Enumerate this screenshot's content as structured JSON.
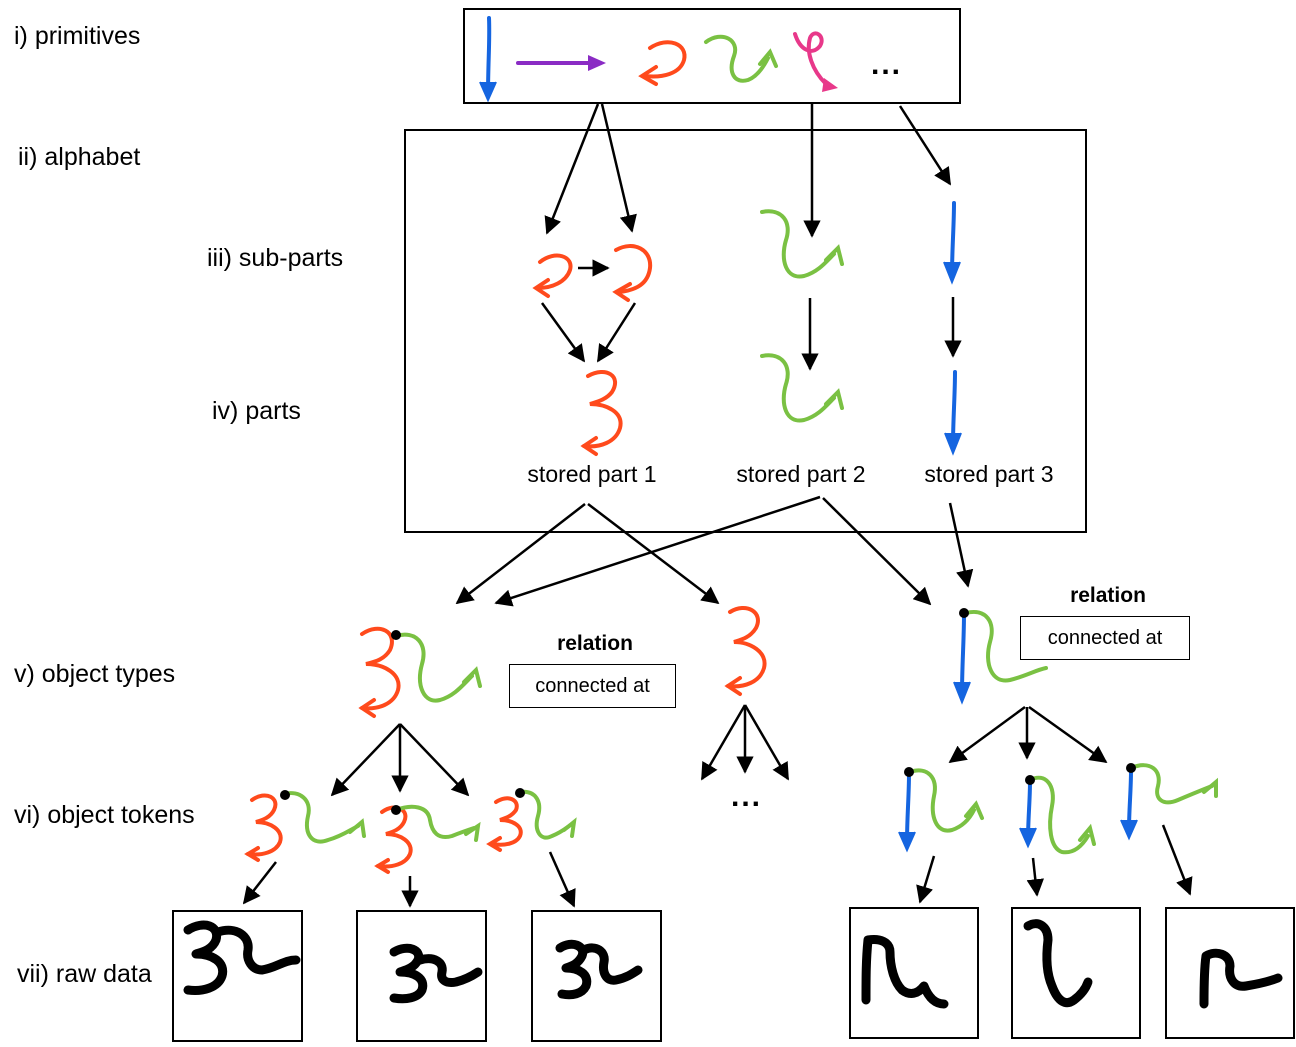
{
  "levels": {
    "primitives": "i) primitives",
    "alphabet": "ii) alphabet",
    "subparts": "iii) sub-parts",
    "parts": "iv) parts",
    "object_types": "v) object types",
    "object_tokens": "vi) object tokens",
    "raw_data": "vii) raw data"
  },
  "stored_parts": [
    "stored part 1",
    "stored part 2",
    "stored part 3"
  ],
  "relation": {
    "title": "relation",
    "value": "connected at"
  },
  "ellipsis": "...",
  "colors": {
    "blue": "#1565e0",
    "purple": "#8a2bc4",
    "orange": "#ff4a1c",
    "green": "#7ac143",
    "pink": "#e8388a",
    "black": "#000000"
  }
}
